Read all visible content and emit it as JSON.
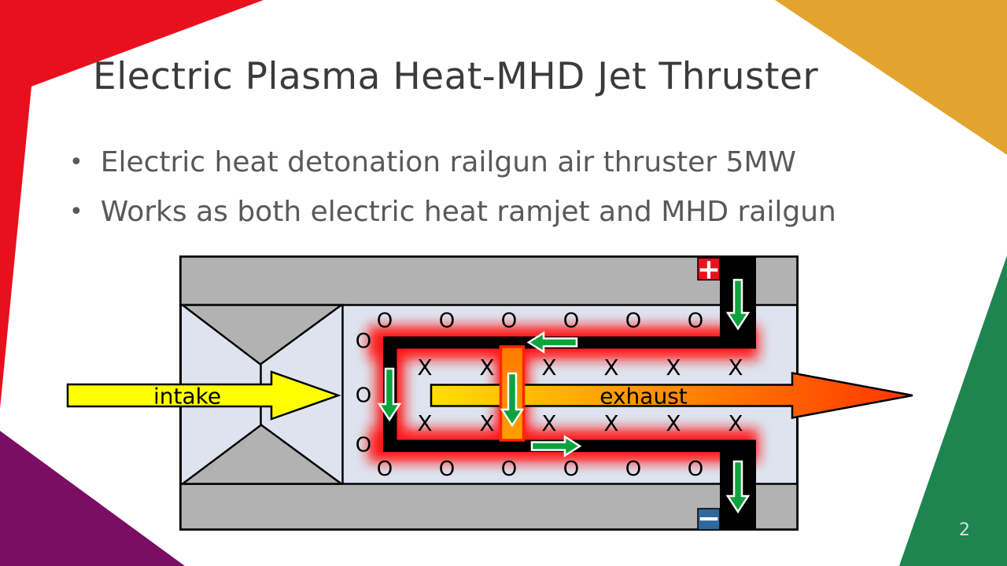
{
  "slide": {
    "title": "Electric Plasma Heat-MHD Jet Thruster",
    "bullet_char": "•",
    "bullets": [
      "Electric heat detonation railgun air thruster 5MW",
      "Works as both electric heat ramjet and MHD railgun"
    ],
    "page_number": "2",
    "title_color": "#3b3b3b",
    "bullet_color": "#595959"
  },
  "decorations": {
    "top_left_red": "#e8101d",
    "top_right_gold": "#e3a42f",
    "bottom_left_purple": "#7a0d64",
    "bottom_right_green": "#1e8551"
  },
  "diagram": {
    "labels": {
      "intake": "intake",
      "exhaust": "exhaust",
      "positive": "+",
      "negative": "−"
    },
    "symbols": {
      "field_out_label": "O",
      "field_in_label": "X"
    },
    "colors": {
      "casing": "#b2b2b2",
      "chamber": "#dde4ef",
      "rail": "#000000",
      "glow": "#ff1414",
      "intake_yellow": "#ffff00",
      "exhaust_start": "#ffdf00",
      "exhaust_mid": "#ff8a00",
      "exhaust_end": "#ff3400",
      "armature_orange": "#ff8800",
      "armature_border": "#ff2400",
      "current_green": "#0da23c",
      "plus_bg": "#e9111e",
      "minus_bg": "#2f689d"
    }
  }
}
